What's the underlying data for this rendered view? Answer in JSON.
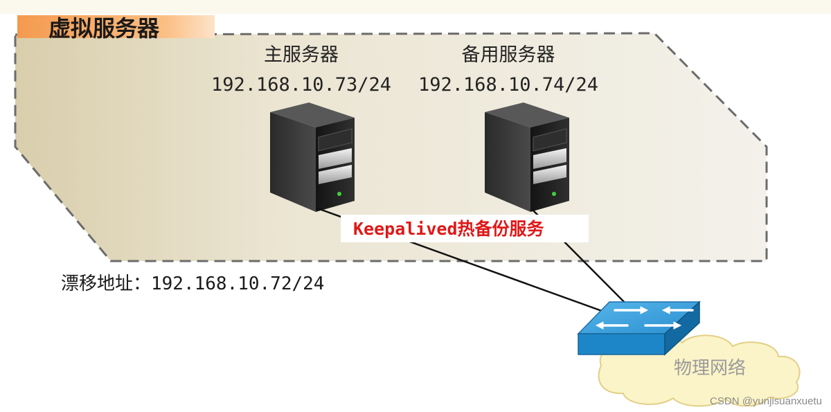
{
  "virtual_server": {
    "title": "虚拟服务器"
  },
  "servers": [
    {
      "name": "主服务器",
      "ip": "192.168.10.73/24",
      "icon": "tower-server-icon"
    },
    {
      "name": "备用服务器",
      "ip": "192.168.10.74/24",
      "icon": "tower-server-icon"
    }
  ],
  "service_label": "Keepalived热备份服务",
  "floating_address": "漂移地址：192.168.10.72/24",
  "network": {
    "label": "物理网络",
    "switch_icon": "network-switch-icon",
    "cloud_icon": "cloud-icon"
  },
  "watermark": "CSDN @yunjisuanxuetu",
  "colors": {
    "zone_fill": "#ede7d4",
    "title_band": "#f7a35c",
    "service_text": "#e01818",
    "switch": "#1d86c8",
    "cloud": "#fbf3c6"
  }
}
